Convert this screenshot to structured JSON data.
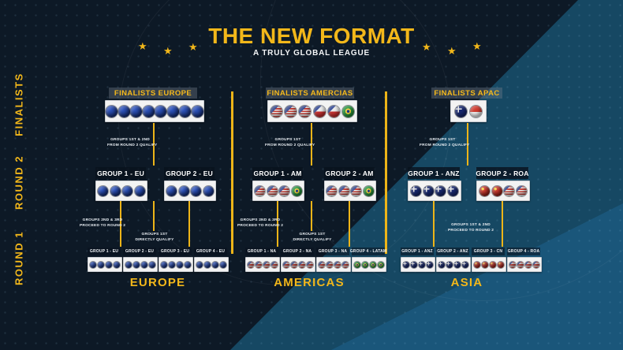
{
  "title": "THE NEW FORMAT",
  "subtitle": "A TRULY GLOBAL LEAGUE",
  "star": "★",
  "colors": {
    "accent_yellow": "#f2b71a",
    "background_dark": "#0d1926",
    "background_mid_blue": "#164863",
    "background_bright_blue": "#1a567a",
    "box_white": "#f3f3f3"
  },
  "side_labels": {
    "finalists": "FINALISTS",
    "round2": "ROUND 2",
    "round1": "ROUND 1"
  },
  "regions": {
    "europe": {
      "region_label": "EUROPE",
      "finalists_label": "FINALISTS EUROPE",
      "finalists_flags": [
        "eu",
        "eu",
        "eu",
        "eu",
        "eu",
        "eu",
        "eu",
        "eu"
      ],
      "qualify_note_line1": "GROUPS 1ST & 2ND",
      "qualify_note_line2": "FROM ROUND 2 QUALIFY",
      "round2_groups": [
        {
          "label": "GROUP 1 - EU",
          "flags": [
            "eu",
            "eu",
            "eu",
            "eu"
          ]
        },
        {
          "label": "GROUP 2 - EU",
          "flags": [
            "eu",
            "eu",
            "eu",
            "eu"
          ]
        }
      ],
      "proceed_note_line1": "GROUPS 2ND & 3RD",
      "proceed_note_line2": "PROCEED TO ROUND 2",
      "direct_note_line1": "GROUPS 1ST",
      "direct_note_line2": "DIRECTLY QUALIFY",
      "round1_groups": [
        {
          "label": "GROUP 1 - EU",
          "flags": [
            "eu",
            "eu",
            "eu",
            "eu"
          ]
        },
        {
          "label": "GROUP 2 - EU",
          "flags": [
            "eu",
            "eu",
            "eu",
            "eu"
          ]
        },
        {
          "label": "GROUP 3 - EU",
          "flags": [
            "eu",
            "eu",
            "eu",
            "eu"
          ]
        },
        {
          "label": "GROUP 4 - EU",
          "flags": [
            "eu",
            "eu",
            "eu",
            "eu"
          ]
        }
      ]
    },
    "americas": {
      "region_label": "AMERICAS",
      "finalists_label": "FINALISTS AMERCIAS",
      "finalists_flags": [
        "us",
        "us",
        "us",
        "cl",
        "cl",
        "br"
      ],
      "qualify_note_line1": "GROUPS 1ST",
      "qualify_note_line2": "FROM ROUND 2 QUALIFY",
      "round2_groups": [
        {
          "label": "GROUP 1 - AM",
          "flags": [
            "us",
            "us",
            "us",
            "br"
          ]
        },
        {
          "label": "GROUP 2 - AM",
          "flags": [
            "us",
            "us",
            "us",
            "br"
          ]
        }
      ],
      "proceed_note_line1": "GROUPS 2ND & 3RD",
      "proceed_note_line2": "PROCEED TO ROUND 2",
      "direct_note_line1": "GROUPS 1ST",
      "direct_note_line2": "DIRECTLY QUALIFY",
      "round1_groups": [
        {
          "label": "GROUP 1 - NA",
          "flags": [
            "us",
            "us",
            "us",
            "us"
          ]
        },
        {
          "label": "GROUP 2 - NA",
          "flags": [
            "us",
            "us",
            "us",
            "us"
          ]
        },
        {
          "label": "GROUP 3 - NA",
          "flags": [
            "us",
            "us",
            "us",
            "us"
          ]
        },
        {
          "label": "GROUP 4 - LATAM",
          "flags": [
            "br",
            "br",
            "br",
            "br"
          ]
        }
      ]
    },
    "apac": {
      "region_label": "ASIA",
      "finalists_label": "FINALISTS APAC",
      "finalists_flags": [
        "anz",
        "id"
      ],
      "qualify_note_line1": "GROUPS 1ST",
      "qualify_note_line2": "FROM ROUND 2 QUALIFY",
      "round2_groups": [
        {
          "label": "GROUP 1 - ANZ",
          "flags": [
            "anz",
            "anz",
            "anz",
            "anz"
          ]
        },
        {
          "label": "GROUP 2 - ROA",
          "flags": [
            "cn",
            "cn",
            "my",
            "my"
          ]
        }
      ],
      "proceed_note_line1": "GROUPS 1ST & 2ND",
      "proceed_note_line2": "PROCEED TO ROUND 2",
      "round1_groups": [
        {
          "label": "GROUP 1 - ANZ",
          "flags": [
            "anz",
            "anz",
            "anz",
            "anz"
          ]
        },
        {
          "label": "GROUP 2 - ANZ",
          "flags": [
            "anz",
            "anz",
            "anz",
            "anz"
          ]
        },
        {
          "label": "GROUP 3 - CN",
          "flags": [
            "cn",
            "cn",
            "cn",
            "cn"
          ]
        },
        {
          "label": "GROUP 4 - ROA",
          "flags": [
            "my",
            "my",
            "my",
            "my"
          ]
        }
      ]
    }
  }
}
